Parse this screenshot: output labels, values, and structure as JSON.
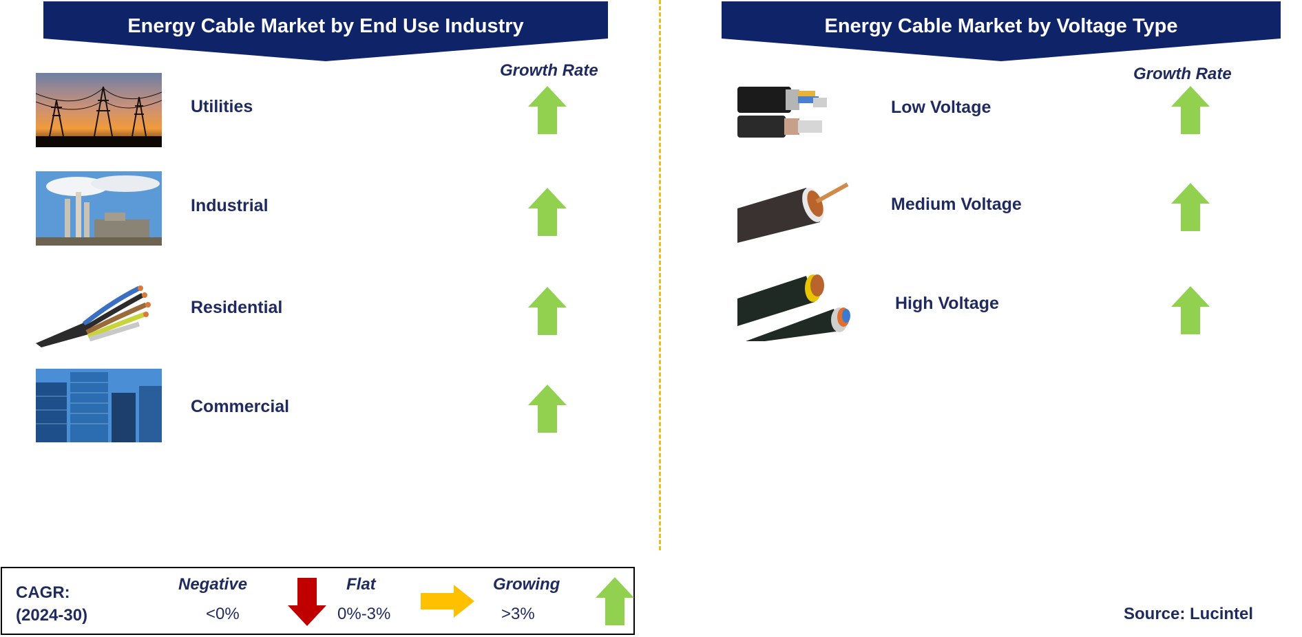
{
  "left_panel": {
    "title": "Energy Cable Market by End Use Industry",
    "growth_rate_header": "Growth Rate",
    "items": [
      {
        "label": "Utilities",
        "trend": "growing"
      },
      {
        "label": "Industrial",
        "trend": "growing"
      },
      {
        "label": "Residential",
        "trend": "growing"
      },
      {
        "label": "Commercial",
        "trend": "growing"
      }
    ]
  },
  "right_panel": {
    "title": "Energy Cable Market by Voltage Type",
    "growth_rate_header": "Growth Rate",
    "items": [
      {
        "label": "Low Voltage",
        "trend": "growing"
      },
      {
        "label": "Medium Voltage",
        "trend": "growing"
      },
      {
        "label": "High Voltage",
        "trend": "growing"
      }
    ]
  },
  "legend": {
    "cagr_label": "CAGR:",
    "period": "(2024-30)",
    "negative": {
      "label": "Negative",
      "range": "<0%",
      "icon": "down-arrow-icon",
      "color": "#c00000"
    },
    "flat": {
      "label": "Flat",
      "range": "0%-3%",
      "icon": "right-arrow-icon",
      "color": "#ffc000"
    },
    "growing": {
      "label": "Growing",
      "range": ">3%",
      "icon": "up-arrow-icon",
      "color": "#92d050"
    }
  },
  "source": "Source: Lucintel",
  "colors": {
    "banner": "#0f2369",
    "text": "#1f2a5e",
    "divider": "#f5b90f",
    "growing": "#92d050"
  }
}
